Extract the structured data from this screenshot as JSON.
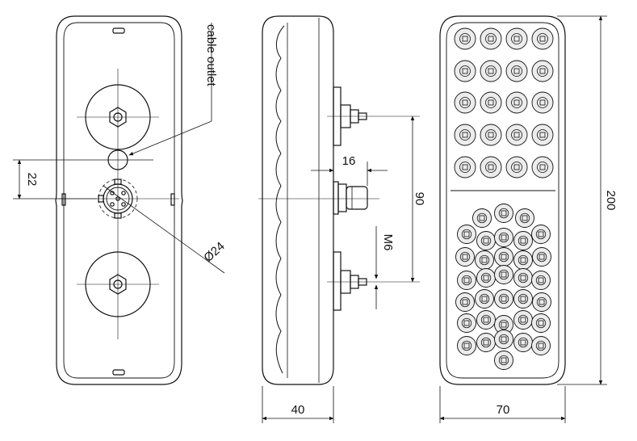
{
  "labels": {
    "cable_outlet": "cable outlet",
    "dim_22": "22",
    "dim_dia24": "Ø24",
    "dim_16": "16",
    "dim_90": "90",
    "dim_m6": "M6",
    "dim_40": "40",
    "dim_70": "70",
    "dim_200": "200"
  },
  "views": {
    "rear": {
      "led_count": 0
    },
    "front": {
      "upper_rows": 5,
      "upper_cols": 4,
      "lower_cluster_leds": 34
    }
  }
}
